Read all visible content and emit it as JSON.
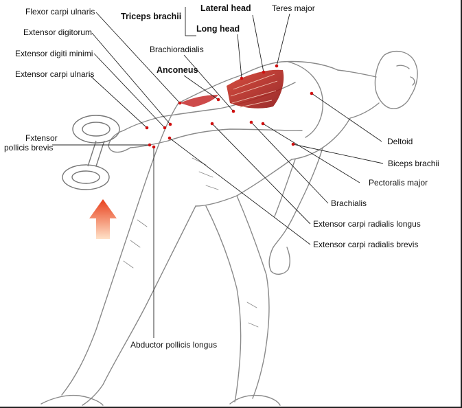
{
  "labels": {
    "flexor_carpi_ulnaris": "Flexor carpi ulnaris",
    "triceps_brachii": "Triceps brachii",
    "lateral_head": "Lateral head",
    "teres_major": "Teres major",
    "extensor_digitorum": "Extensor digitorum",
    "long_head": "Long head",
    "brachioradialis": "Brachioradialis",
    "extensor_digiti_minimi": "Extensor digiti minimi",
    "anconeus": "Anconeus",
    "extensor_carpi_ulnaris": "Extensor carpi ulnaris",
    "extensor_pollicis_brevis_1": "Fxtensor",
    "extensor_pollicis_brevis_2": "pollicis brevis",
    "deltoid": "Deltoid",
    "biceps_brachii": "Biceps brachii",
    "pectoralis_major": "Pectoralis major",
    "brachialis": "Brachialis",
    "ecr_longus": "Extensor carpi radialis longus",
    "ecr_brevis": "Extensor carpi radialis brevis",
    "abductor_pollicis_longus": "Abductor pollicis longus"
  },
  "colors": {
    "leader_line": "#222222",
    "dot": "#d01010",
    "muscle_highlight": "#b81e1e",
    "arrow_top": "#e8401c",
    "arrow_bottom": "#ffe2c8",
    "sketch": "#8a8a8a"
  },
  "icons": {
    "movement_arrow": "up-arrow-icon",
    "dumbbell": "dumbbell-icon"
  }
}
